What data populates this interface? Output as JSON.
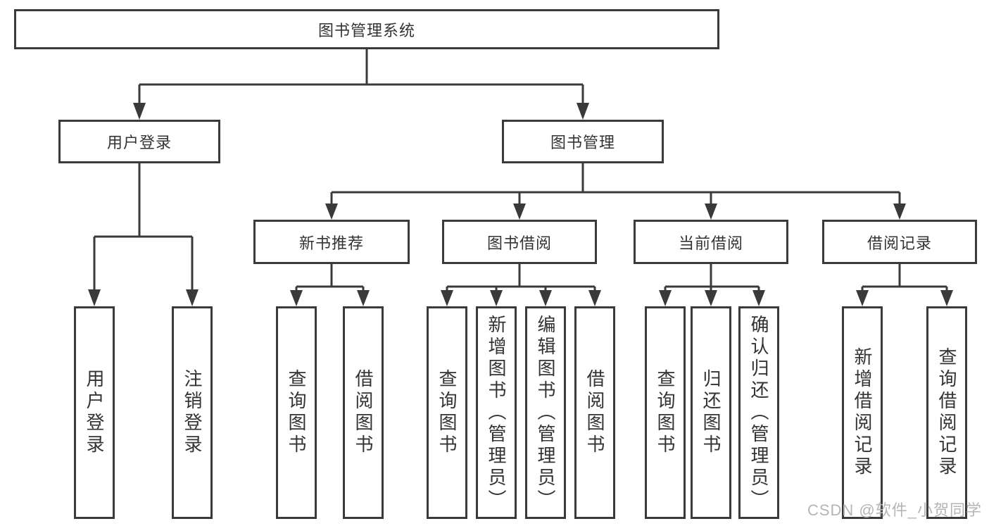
{
  "colors": {
    "line": "#3a3a3a",
    "box_border": "#3a3a3a",
    "text": "#333333",
    "watermark": "#b5b5b5",
    "background": "#ffffff"
  },
  "diagram": {
    "root_label": "图书管理系统",
    "level2": {
      "user_login": "用户登录",
      "book_management": "图书管理"
    },
    "level3": {
      "new_book_recommend": "新书推荐",
      "book_borrowing": "图书借阅",
      "current_borrowing": "当前借阅",
      "borrowing_records": "借阅记录"
    },
    "leaves": {
      "user_login_action": "用户登录",
      "logout": "注销登录",
      "recommend_query_books": "查询图书",
      "recommend_borrow_books": "借阅图书",
      "borrowing_query_books": "查询图书",
      "borrowing_add_books": "新增图书（管理员）",
      "borrowing_edit_books": "编辑图书（管理员）",
      "borrowing_borrow_books": "借阅图书",
      "current_query_books": "查询图书",
      "current_return_books": "归还图书",
      "current_confirm_return": "确认归还（管理员）",
      "records_add_record": "新增借阅记录",
      "records_query_record": "查询借阅记录"
    }
  },
  "watermark": {
    "text": "CSDN @软件_小贺同学"
  }
}
